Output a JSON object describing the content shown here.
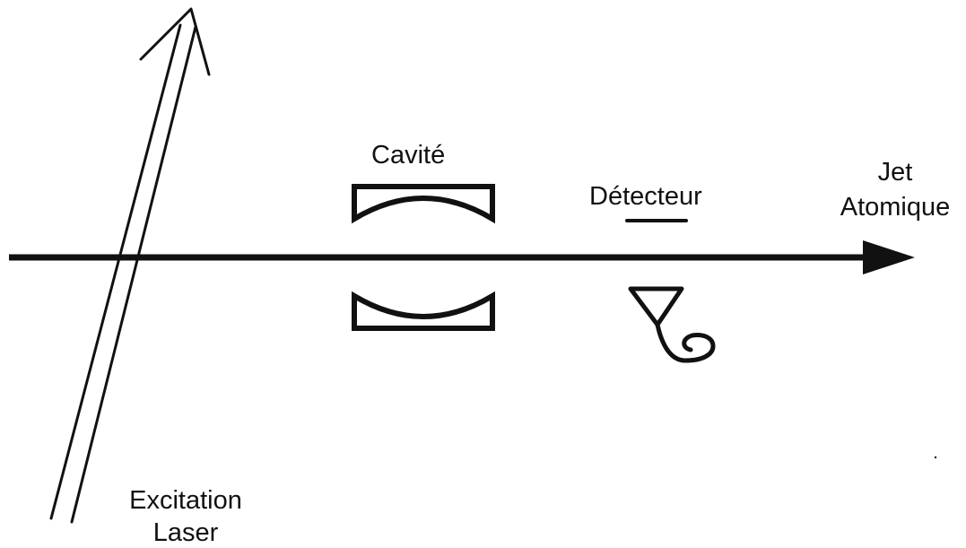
{
  "labels": {
    "cavity": "Cavité",
    "detector": "Détecteur",
    "jet_line1": "Jet",
    "jet_line2": "Atomique",
    "laser_line1": "Excitation",
    "laser_line2": "Laser"
  },
  "colors": {
    "ink": "#111111",
    "background": "#ffffff"
  }
}
